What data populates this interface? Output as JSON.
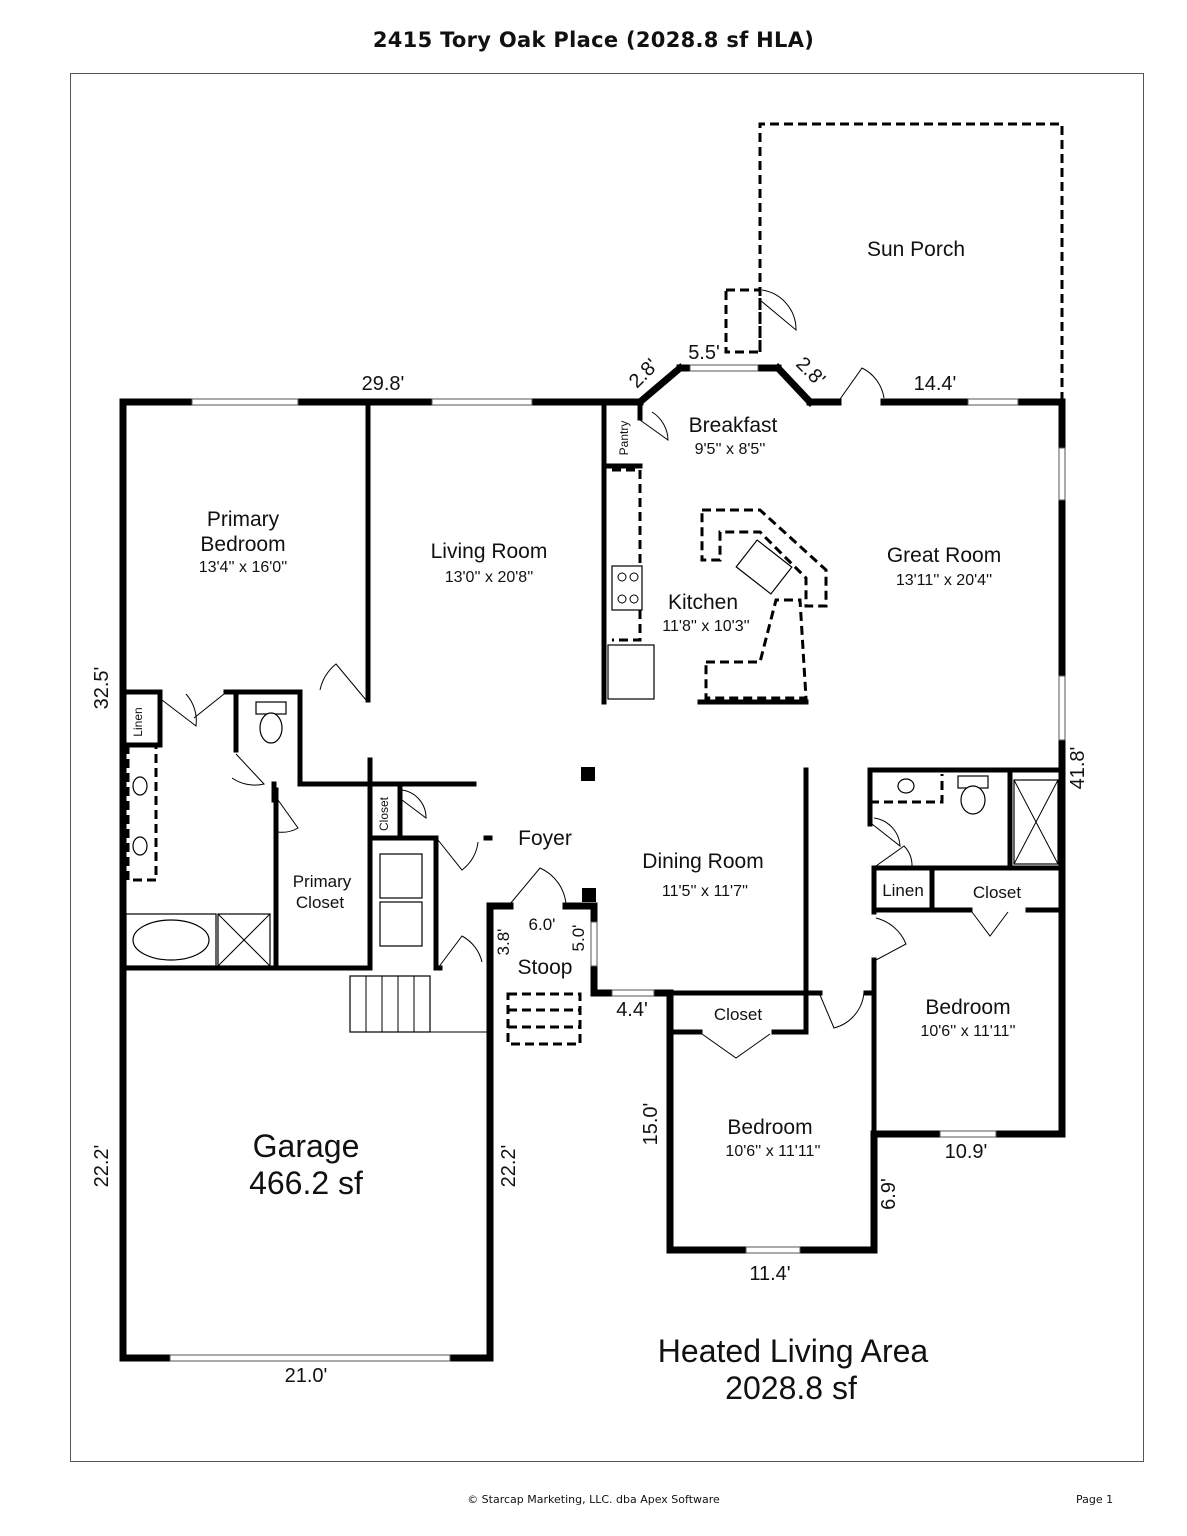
{
  "title": "2415 Tory Oak Place (2028.8 sf HLA)",
  "footer": "© Starcap Marketing, LLC. dba Apex Software",
  "page": "Page 1",
  "rooms": {
    "sun_porch": "Sun Porch",
    "breakfast": {
      "name": "Breakfast",
      "size": "9'5'' x 8'5''"
    },
    "pantry": "Pantry",
    "primary_bedroom": {
      "name1": "Primary",
      "name2": "Bedroom",
      "size": "13'4'' x 16'0''"
    },
    "living_room": {
      "name": "Living Room",
      "size": "13'0'' x 20'8''"
    },
    "kitchen": {
      "name": "Kitchen",
      "size": "11'8'' x 10'3''"
    },
    "great_room": {
      "name": "Great Room",
      "size": "13'11'' x 20'4''"
    },
    "linen_left": "Linen",
    "closet_small": "Closet",
    "foyer": "Foyer",
    "dining_room": {
      "name": "Dining Room",
      "size": "11'5'' x 11'7''"
    },
    "primary_closet": {
      "name1": "Primary",
      "name2": "Closet"
    },
    "stoop": "Stoop",
    "linen_right": "Linen",
    "closet_right": "Closet",
    "bedroom_right": {
      "name": "Bedroom",
      "size": "10'6'' x 11'11''"
    },
    "closet_bottom": "Closet",
    "bedroom_bottom": {
      "name": "Bedroom",
      "size": "10'6'' x 11'11''"
    },
    "garage": {
      "name": "Garage",
      "area": "466.2 sf"
    }
  },
  "dimensions": {
    "top_left": "29.8'",
    "bay_left": "2.8'",
    "bay_mid": "5.5'",
    "bay_right": "2.8'",
    "top_right": "14.4'",
    "left_side": "32.5'",
    "right_side": "41.8'",
    "stoop_width": "6.0'",
    "stoop_left": "3.8'",
    "stoop_right": "5.0'",
    "stoop_bottom": "4.4'",
    "garage_left": "22.2'",
    "garage_right": "22.2'",
    "garage_bottom": "21.0'",
    "bedroom_left": "15.0'",
    "bedroom_bottom": "11.4'",
    "bedroom_offset": "6.9'",
    "bedroom_right_bottom": "10.9'"
  },
  "summary": {
    "line1": "Heated Living Area",
    "line2": "2028.8 sf"
  }
}
